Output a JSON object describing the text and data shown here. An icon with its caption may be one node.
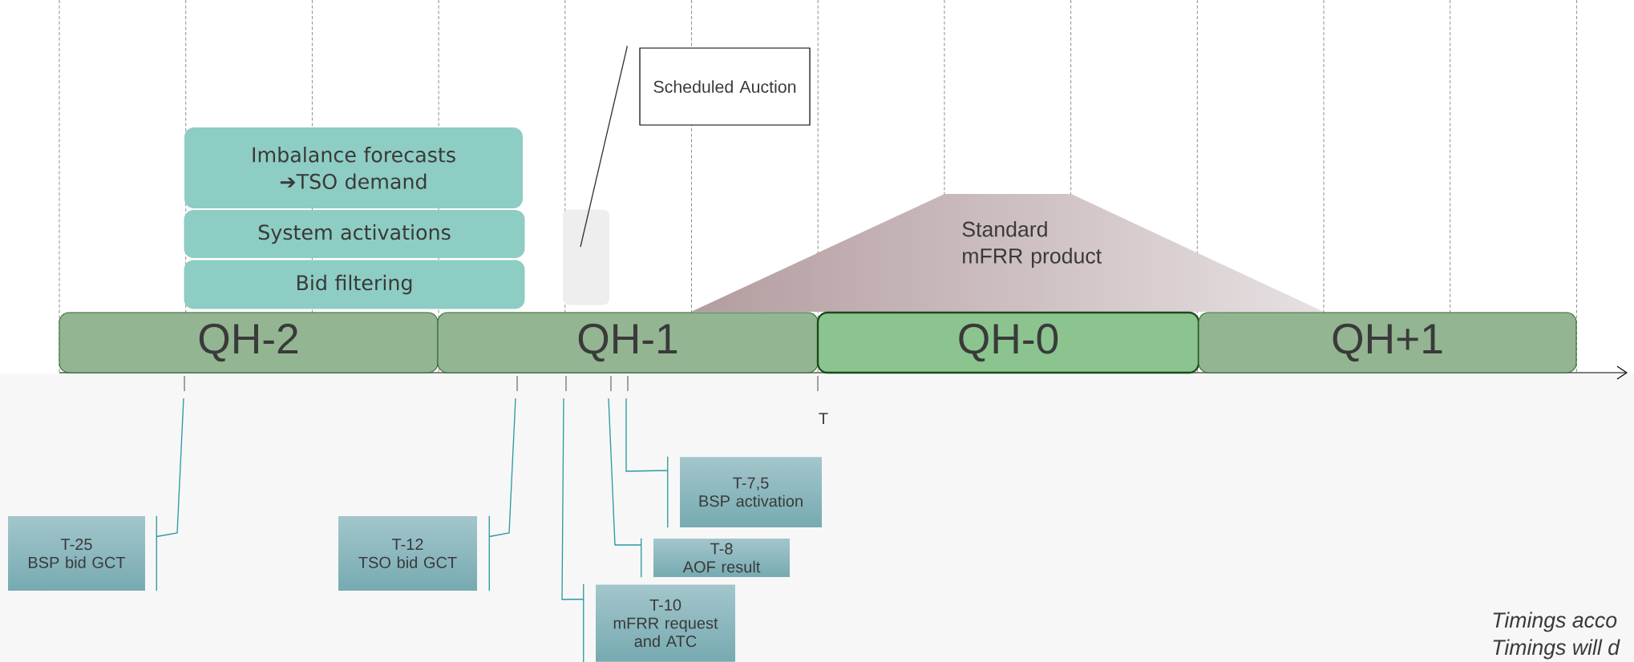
{
  "diagram": {
    "nodes": [
      {
        "text": [
          "Scheduled Auction"
        ]
      },
      {
        "text": [
          "Imbalance forecasts ➔TSO demand"
        ]
      },
      {
        "text": [
          "System activations"
        ]
      },
      {
        "text": [
          "Bid filtering"
        ]
      },
      {
        "text": [],
        "shape": "box"
      },
      {
        "text": [
          "Standard mFRR product"
        ]
      },
      {
        "text": [
          "QH-2"
        ]
      },
      {
        "text": [
          "QH-1"
        ]
      },
      {
        "text": [
          "QH-0"
        ]
      },
      {
        "text": [
          "QH+1"
        ]
      },
      {
        "text": [
          "T-25",
          "BSP bid GCT"
        ]
      },
      {
        "text": [
          "T-12",
          "TSO bid GCT"
        ]
      },
      {
        "text": [
          "T-7,5",
          "BSP activation"
        ]
      },
      {
        "text": [
          "T-8",
          "AOF result"
        ]
      },
      {
        "text": [
          "T-10",
          "mFRR request and ATC"
        ]
      }
    ],
    "edges": [
      {
        "from": 0,
        "to": 4,
        "arrow": "none",
        "color": "#333333"
      },
      {
        "from": 10,
        "to": null,
        "arrow": "none"
      },
      {
        "from": 11,
        "to": null,
        "arrow": "none"
      },
      {
        "from": 12,
        "to": null,
        "arrow": "none"
      },
      {
        "from": 13,
        "to": null,
        "arrow": "none"
      },
      {
        "from": 14,
        "to": null,
        "arrow": "none"
      }
    ],
    "labels": [
      "T",
      "Timings acco",
      "Timings will d"
    ]
  }
}
